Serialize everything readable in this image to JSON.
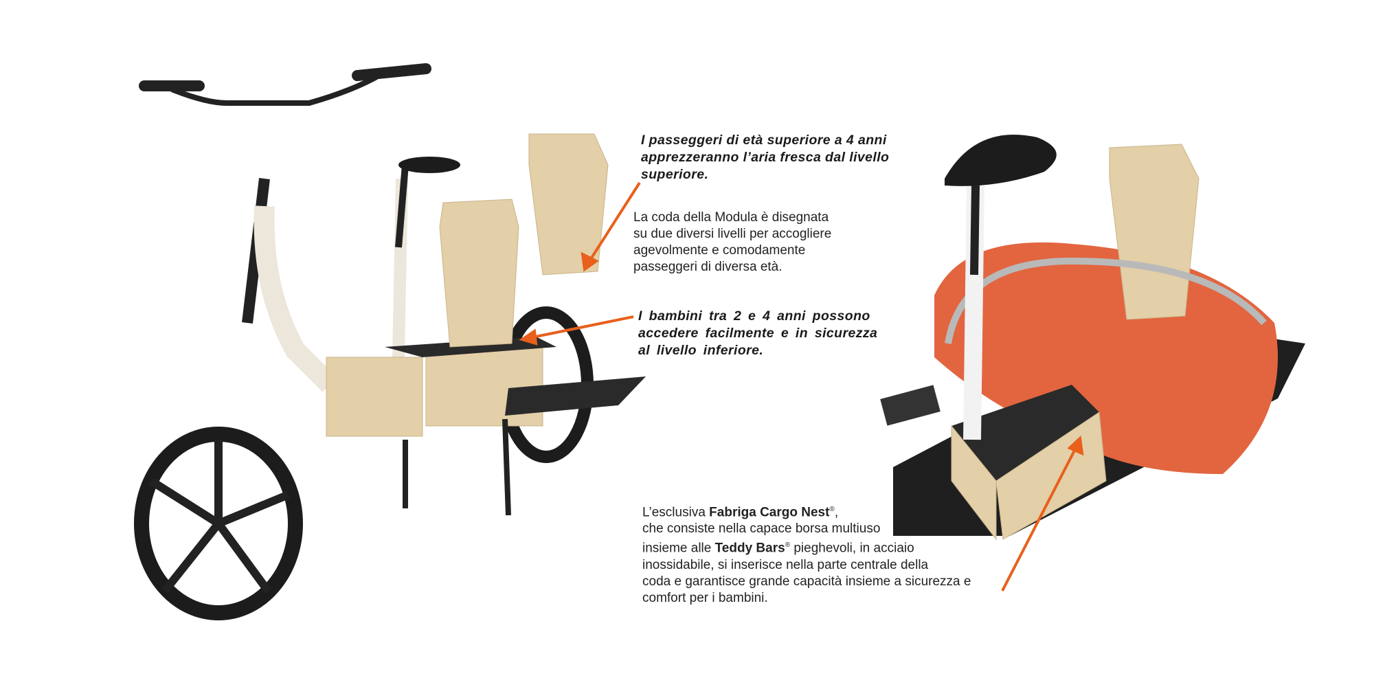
{
  "callout_upper": [
    "I passeggeri di età superiore a 4 anni",
    "apprezzeranno l’aria fresca dal livello",
    "superiore."
  ],
  "description": [
    "La coda della Modula è disegnata",
    "su due diversi livelli per accogliere",
    "agevolmente e comodamente",
    "passeggeri di diversa età."
  ],
  "callout_lower": [
    "I bambini tra 2 e 4 anni possono",
    "accedere facilmente e in sicurezza",
    "al livello inferiore."
  ],
  "nest": {
    "l1_pre": "L’esclusiva ",
    "l1_bold": "Fabriga Cargo Nest",
    "l1_reg": "®",
    "l1_post": ",",
    "l2": "che consiste nella capace borsa multiuso",
    "l3_pre": "insieme alle ",
    "l3_bold": "Teddy Bars",
    "l3_reg": "®",
    "l3_post": " pieghevoli, in acciaio",
    "l4": "inossidabile, si inserisce nella parte centrale della",
    "l5": "coda e garantisce grande capacità insieme a sicurezza e",
    "l6": "comfort per i bambini."
  },
  "colors": {
    "arrow": "#e8601c",
    "wood": "#e3cfa8",
    "frame": "#ece7da",
    "bag": "#e2653f",
    "black": "#1c1c1c"
  }
}
